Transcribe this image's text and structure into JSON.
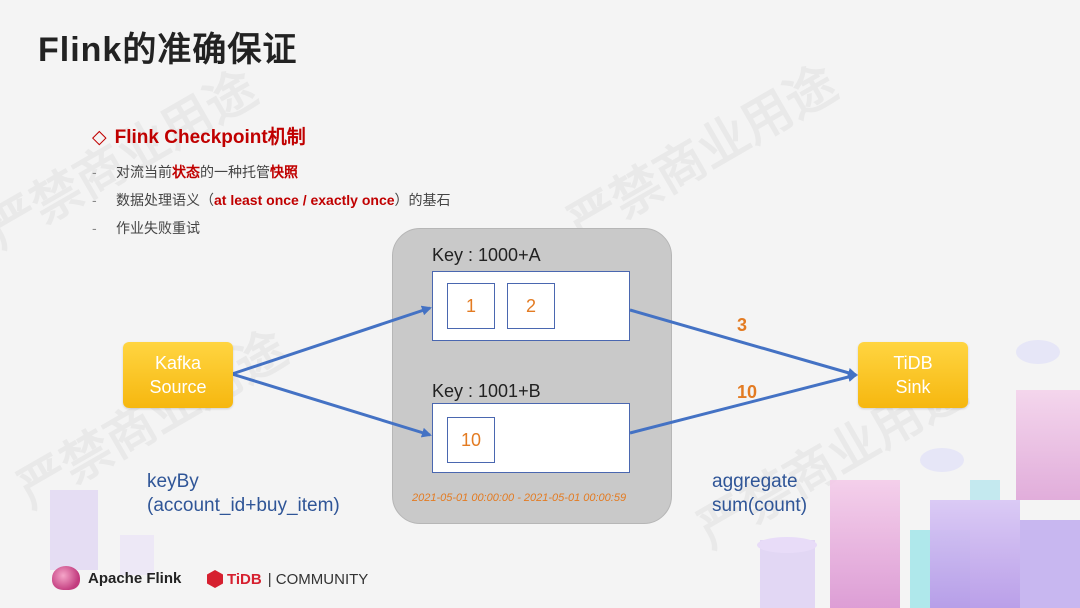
{
  "slide": {
    "title": "Flink的准确保证",
    "heading": "Flink Checkpoint机制",
    "bullets": {
      "b1": {
        "pre": "对流当前",
        "red1": "状态",
        "mid": "的一种托管",
        "red2": "快照"
      },
      "b2": {
        "pre": "数据处理语义（",
        "red": "at least once / exactly once",
        "post": "）的基石"
      },
      "b3": {
        "text": "作业失败重试"
      }
    }
  },
  "diagram": {
    "source": {
      "line1": "Kafka",
      "line2": "Source"
    },
    "sink": {
      "line1": "TiDB",
      "line2": "Sink"
    },
    "key_a": {
      "label": "Key : 1000+A",
      "cells": [
        "1",
        "2"
      ]
    },
    "key_b": {
      "label": "Key : 1001+B",
      "cells": [
        "10"
      ]
    },
    "window_range": "2021-05-01 00:00:00 - 2021-05-01 00:00:59",
    "count_a": "3",
    "count_b": "10",
    "key_by": {
      "line1": "keyBy",
      "line2": "(account_id+buy_item)"
    },
    "aggregate": {
      "line1": "aggregate",
      "line2": "sum(count)"
    }
  },
  "watermarks": [
    "严禁商业用途",
    "严禁商业用途",
    "严禁商业用途",
    "严禁商业用途"
  ],
  "footer": {
    "flink": "Apache Flink",
    "tidb": "TiDB",
    "community": "| COMMUNITY"
  },
  "colors": {
    "accent_red": "#c00000",
    "arrow_blue": "#4472c4",
    "count_orange": "#e37b22",
    "node_yellow": "#f6b70f"
  }
}
